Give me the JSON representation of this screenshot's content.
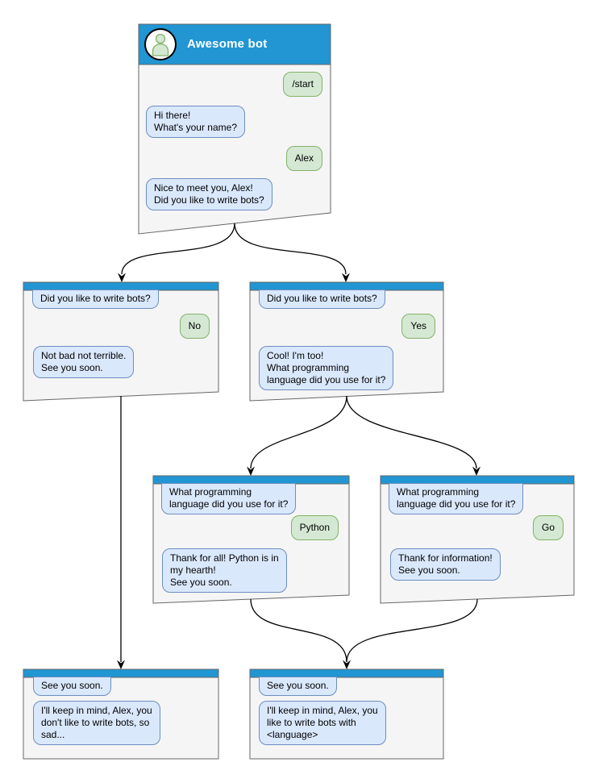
{
  "main_window": {
    "title": "Awesome bot",
    "avatar_icon": "person-icon",
    "messages": {
      "start_cmd": "/start",
      "ask_name": "Hi there!\nWhat's your name?",
      "user_name": "Alex",
      "ask_bots": "Nice to meet you, Alex!\nDid you like to write bots?"
    }
  },
  "branch_no": {
    "question": "Did you like to write bots?",
    "answer": "No",
    "reply": "Not bad not terrible.\nSee you soon."
  },
  "branch_yes": {
    "question": "Did you like to write bots?",
    "answer": "Yes",
    "reply": "Cool! I'm too!\nWhat programming\nlanguage did you use for it?"
  },
  "branch_python": {
    "question": "What programming\nlanguage did you use for it?",
    "answer": "Python",
    "reply": "Thank for all! Python is in\nmy hearth!\nSee you soon."
  },
  "branch_go": {
    "question": "What programming\nlanguage did you use for it?",
    "answer": "Go",
    "reply": "Thank for information!\nSee you soon."
  },
  "end_no": {
    "question": "See you soon.",
    "reply": "I'll keep in mind, Alex, you\ndon't like to write bots, so\nsad..."
  },
  "end_yes": {
    "question": "See you soon.",
    "reply": "I'll keep in mind, Alex, you\nlike to write bots with\n<language>"
  },
  "colors": {
    "header_blue": "#2196d3",
    "window_fill": "#f5f5f5",
    "window_border": "#666666",
    "bot_bubble_fill": "#dae8fc",
    "bot_bubble_border": "#6c8ebf",
    "user_bubble_fill": "#d5e8d4",
    "user_bubble_border": "#82b366",
    "connector": "#000000"
  }
}
